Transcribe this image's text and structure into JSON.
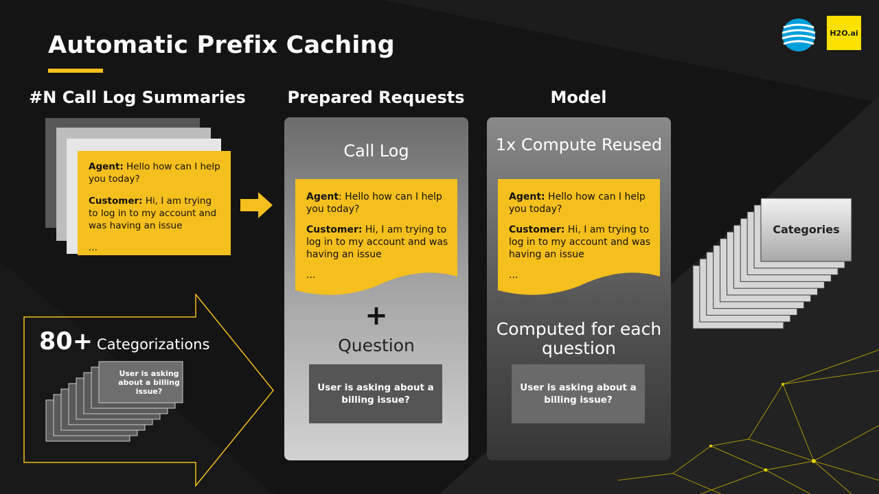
{
  "title": "Automatic Prefix Caching",
  "logos": {
    "att": "att-globe-logo",
    "h2o": "H2O.ai"
  },
  "columns": {
    "summaries": "#N Call Log Summaries",
    "prepared": "Prepared Requests",
    "model": "Model"
  },
  "call_log": {
    "agent_label": "Agent:",
    "agent_text": " Hello how can I help you today?",
    "customer_label": "Customer:",
    "customer_text": " Hi, I am trying to log in to my account and was having an issue",
    "ellipsis": "..."
  },
  "prepared_panel": {
    "title": "Call Log",
    "agent_label": "Agent",
    "agent_text": ": Hello how can I help you today?",
    "plus": "+",
    "question_label": "Question",
    "question_box": "User is asking about a billing issue?"
  },
  "model_panel": {
    "title": "1x Compute Reused",
    "computed_label": "Computed for each question",
    "question_box": "User is asking about a billing issue?"
  },
  "categorizations": {
    "count": "80+",
    "label": "Categorizations",
    "sample": "User is asking about a billing issue?"
  },
  "categories_label": "Categories",
  "colors": {
    "accent": "#f5bf1d",
    "background": "#141414"
  }
}
